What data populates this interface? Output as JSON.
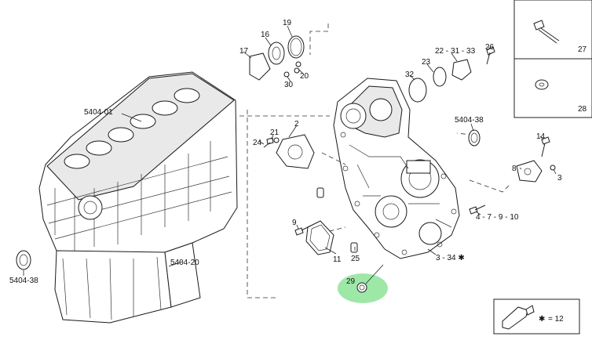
{
  "labels": {
    "l5404_01": "5404-01",
    "l5404_20": "5404-20",
    "l5404_38_left": "5404-38",
    "l5404_38_right": "5404-38",
    "l2": "2",
    "l3": "3",
    "l8": "8",
    "l9": "9",
    "l11": "11",
    "l14": "14",
    "l16": "16",
    "l17": "17",
    "l19": "19",
    "l20": "20",
    "l21": "21",
    "l22_31_33": "22 - 31 - 33",
    "l23": "23",
    "l24": "24",
    "l25": "25",
    "l26": "26",
    "l27": "27",
    "l28": "28",
    "l29": "29",
    "l30": "30",
    "l32": "32",
    "l4_7_9_10": "4 - 7 - 9 - 10",
    "l3_34": "3 - 34 ✱"
  },
  "legend": {
    "symbol": "✱",
    "text": "= 12"
  },
  "highlight": {
    "color": "#7ee08a",
    "target": "29"
  },
  "icons": [
    "engine-block-icon",
    "timing-cover-icon",
    "bolt-icon",
    "washer-icon",
    "gasket-icon",
    "seal-ring-icon",
    "sealant-tube-icon"
  ]
}
